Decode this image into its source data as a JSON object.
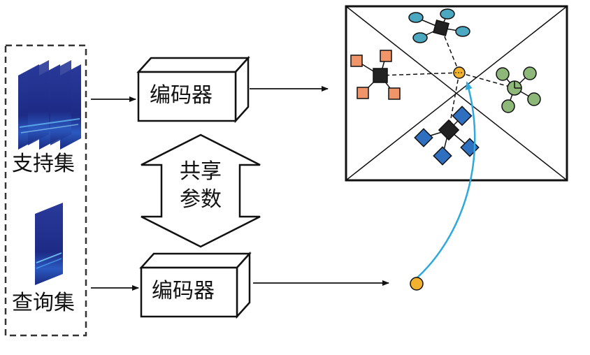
{
  "support_set_label": "支持集",
  "query_set_label": "查询集",
  "encoder_top_label": "编码器",
  "encoder_bottom_label": "编码器",
  "shared_params_line1": "共享",
  "shared_params_line2": "参数",
  "colors": {
    "orange_class": "#F0956A",
    "teal_class": "#4BA8C0",
    "green_class": "#8DB87A",
    "blue_class": "#2F6FC0",
    "query_point": "#F2B12F",
    "query_arrow": "#2EA8DD",
    "prototype": "#222222",
    "spectrogram": "#1F2F8A"
  }
}
